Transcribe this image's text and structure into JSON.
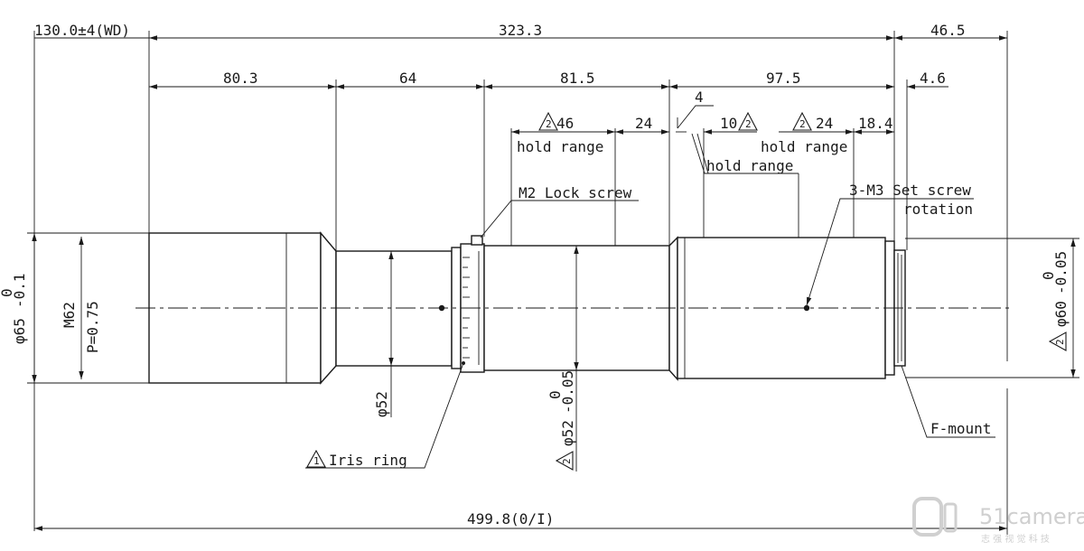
{
  "dimensions": {
    "wd": "130.0±4(WD)",
    "flange_to_flange": "323.3",
    "back": "46.5",
    "seg1": "80.3",
    "seg2": "64",
    "seg3": "81.5",
    "seg4": "97.5",
    "mount_gap": "4.6",
    "d46": "46",
    "d24a": "24",
    "d4": "4",
    "d10": "10",
    "d24b": "24",
    "d18": "18.4",
    "total": "499.8(0/I)"
  },
  "labels": {
    "hold_range_1": "hold range",
    "hold_range_2": "hold range",
    "hold_range_3": "hold range",
    "lock_screw": "M2 Lock screw",
    "set_screw": "3-M3 Set screw",
    "rotation": "rotation",
    "iris_ring": "Iris ring",
    "f_mount": "F-mount",
    "thread_m62": "M62",
    "thread_pitch": "P=0.75"
  },
  "diameters": {
    "phi65": "φ65",
    "phi65_tol_upper": "0",
    "phi65_tol_lower": "-0.1",
    "phi52": "φ52",
    "phi52b": "φ52",
    "phi52b_tol_upper": "0",
    "phi52b_tol_lower": "-0.05",
    "phi60": "φ60",
    "phi60_tol_upper": "0",
    "phi60_tol_lower": "-0.05"
  },
  "markers": {
    "tri2": "2",
    "tri1": "1"
  },
  "watermark": {
    "brand": "51camera",
    "subtitle": "志 强 视 觉 科 技"
  }
}
